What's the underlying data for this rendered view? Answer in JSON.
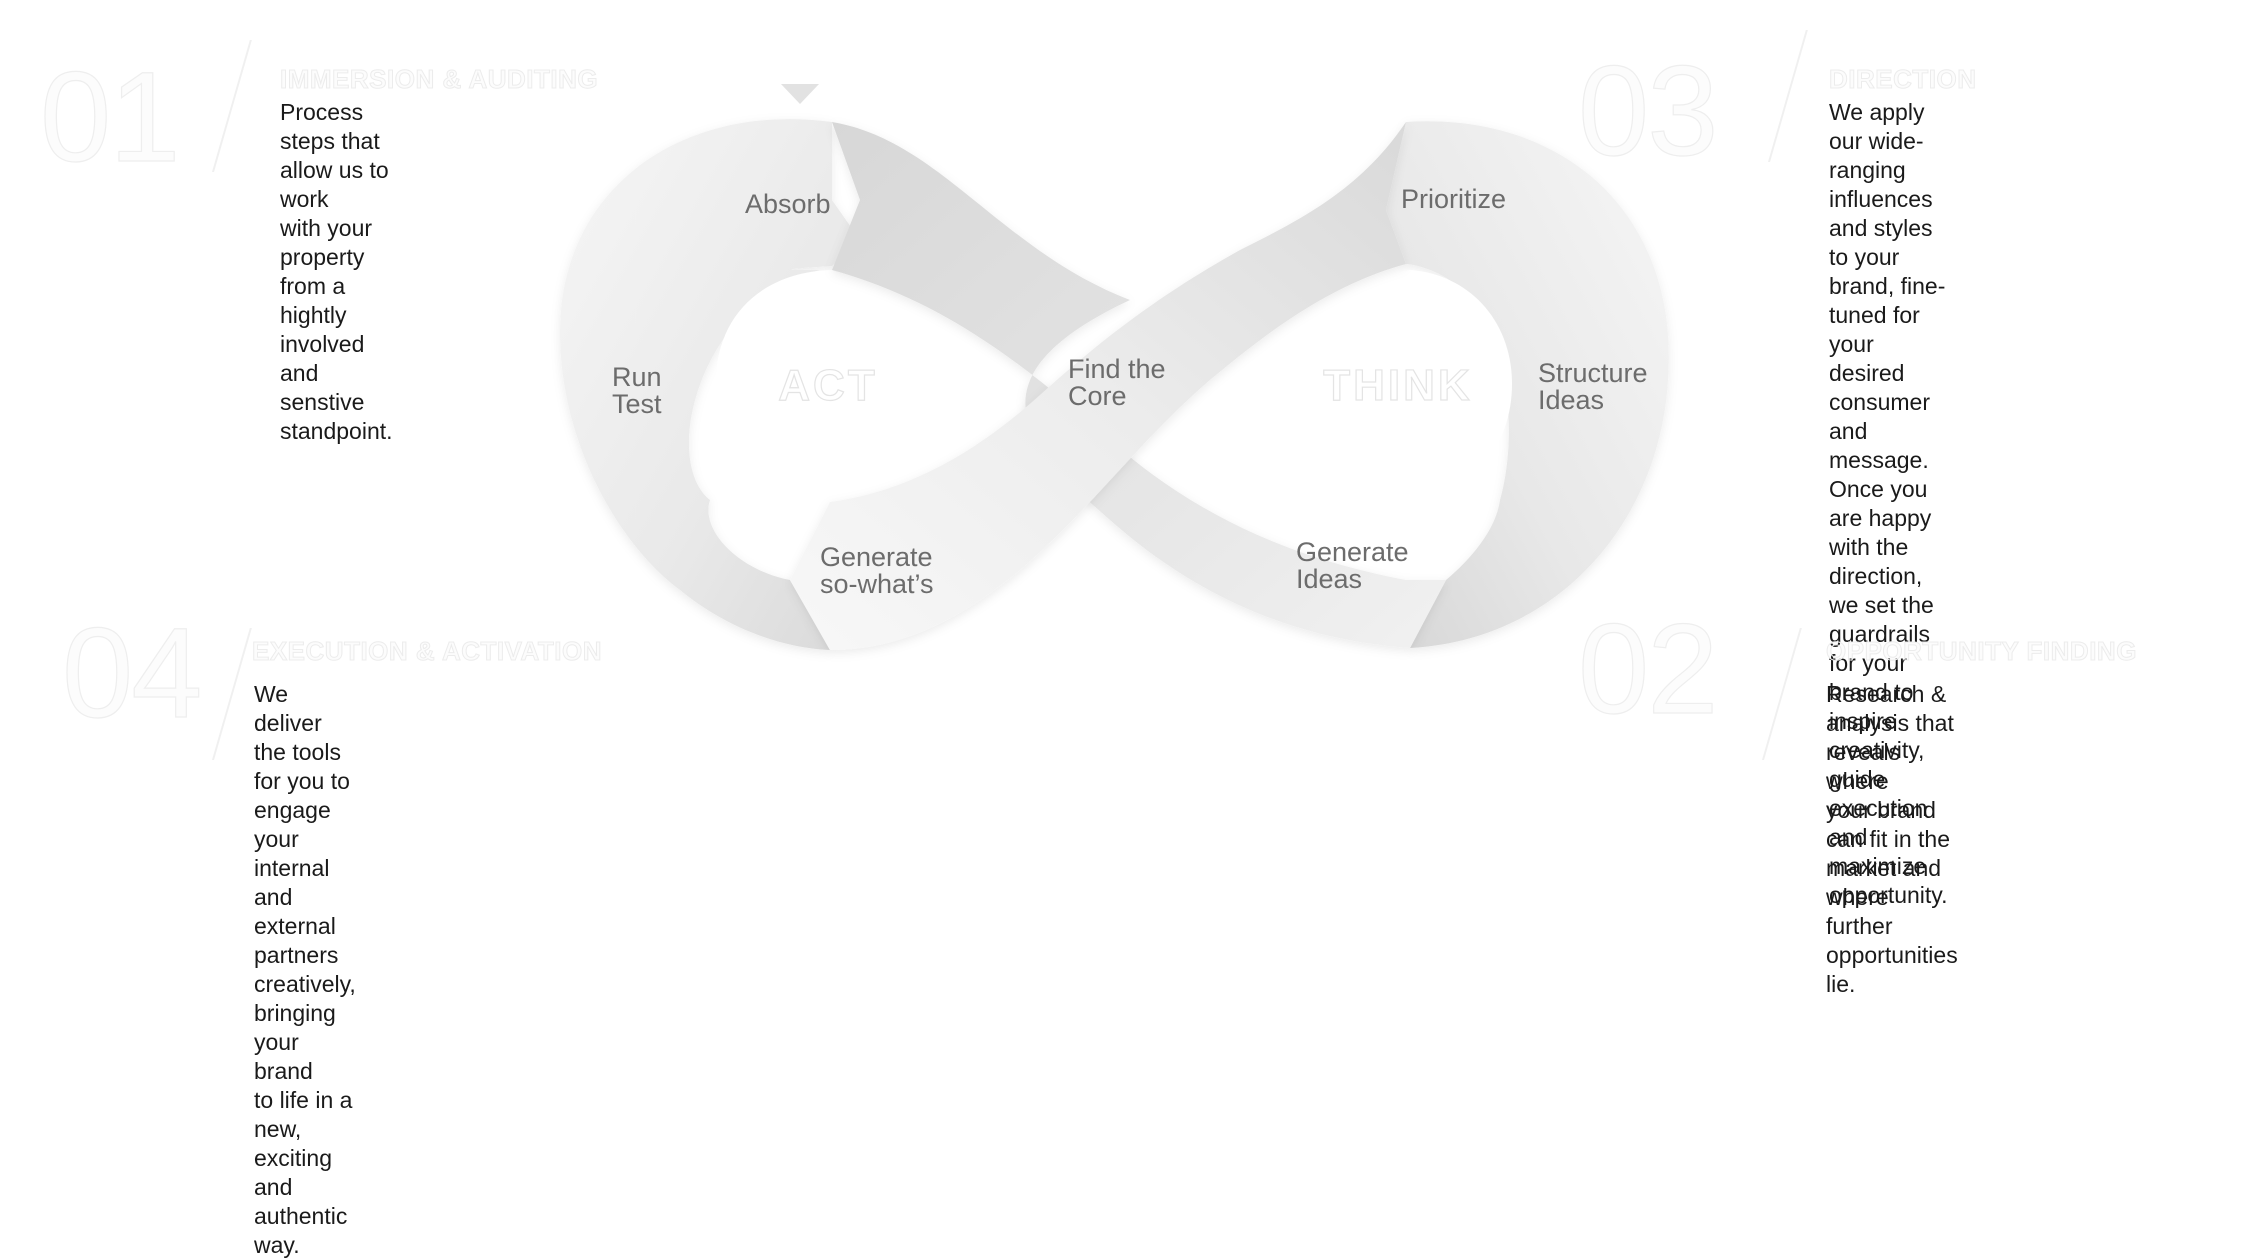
{
  "sections": {
    "s01": {
      "number": "01",
      "heading": "Immersion & Auditing",
      "body": [
        "Process steps that allow us to work",
        "with your property from a hightly",
        "involved and senstive standpoint."
      ]
    },
    "s02": {
      "number": "02",
      "heading": "Opportunity Finding",
      "body": [
        "Research & analysis that reveals where",
        "your brand can fit in the market and",
        "where further opportunities lie."
      ]
    },
    "s03": {
      "number": "03",
      "heading": "Direction",
      "body": [
        "We apply our wide-ranging influences",
        "and styles to your brand, fine-tuned for",
        "your desired consumer and message.",
        "Once you are happy with the direction,",
        "we set the guardrails for your brand to",
        "inspire creativity, guide execution and",
        "maximize opportunity."
      ]
    },
    "s04": {
      "number": "04",
      "heading": "Execution & Activation",
      "body": [
        "We deliver the tools for you to engage your internal",
        "and external partners creatively, bringing your brand",
        "to life in a new, exciting and authentic way."
      ]
    }
  },
  "diagram": {
    "left_center": "ACT",
    "right_center": "THINK",
    "labels": {
      "absorb": [
        "Absorb"
      ],
      "run_test": [
        "Run",
        "Test"
      ],
      "generate_so_whats": [
        "Generate",
        "so-what’s"
      ],
      "find_the_core": [
        "Find the",
        "Core"
      ],
      "prioritize": [
        "Prioritize"
      ],
      "structure_ideas": [
        "Structure",
        "Ideas"
      ],
      "generate_ideas": [
        "Generate",
        "Ideas"
      ]
    }
  },
  "colors": {
    "band_light": "#f7f7f7",
    "band_mid": "#e6e6e6",
    "band_dark": "#d2d2d2",
    "label": "#6c6c6c",
    "body_text": "#1a1a1a"
  }
}
